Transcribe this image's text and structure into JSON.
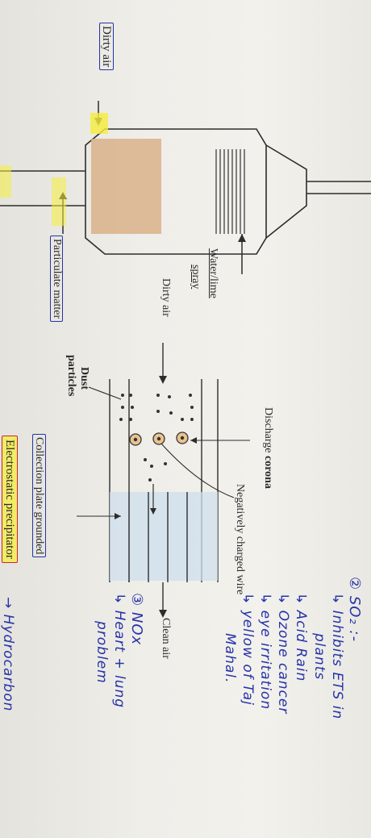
{
  "scrubber": {
    "inlet_label": "Dirty air",
    "outlet_label": "Particulate matter",
    "spray_label_line1": "Water/lime",
    "spray_label_line2": "spray"
  },
  "precipitator": {
    "dirty_air_label": "Dirty air",
    "dust_label_line1": "Dust",
    "dust_label_line2": "particles",
    "discharge_label_prefix": "Discharge",
    "discharge_label_bold": "corona",
    "wire_label": "Negatively charged wire",
    "plate_label": "Collection plate grounded",
    "clean_air_label": "Clean air",
    "title": "Electrostatic precipitator"
  },
  "notes": {
    "so2_heading": "② SO₂ :-",
    "so2_line1": "↳ Inhibits ETS in",
    "so2_line2": "plants",
    "so2_line3": "↳ Acid Rain",
    "so2_line4": "↳ Ozone cancer",
    "so2_line5": "↳ eye irritation",
    "so2_line6": "↳ yellow of Taj",
    "so2_line7": "Mahal.",
    "nox_heading": "③ NOx",
    "nox_line1": "↳ Heart + lung",
    "nox_line2": "problem",
    "bottom_fragment": "→ Hydrocarbon"
  },
  "colors": {
    "highlight": "#f5ee3c",
    "pen_ink": "#2633a8",
    "plate_fill": "#cfdfec",
    "scrubber_fill": "#d9b28a"
  }
}
